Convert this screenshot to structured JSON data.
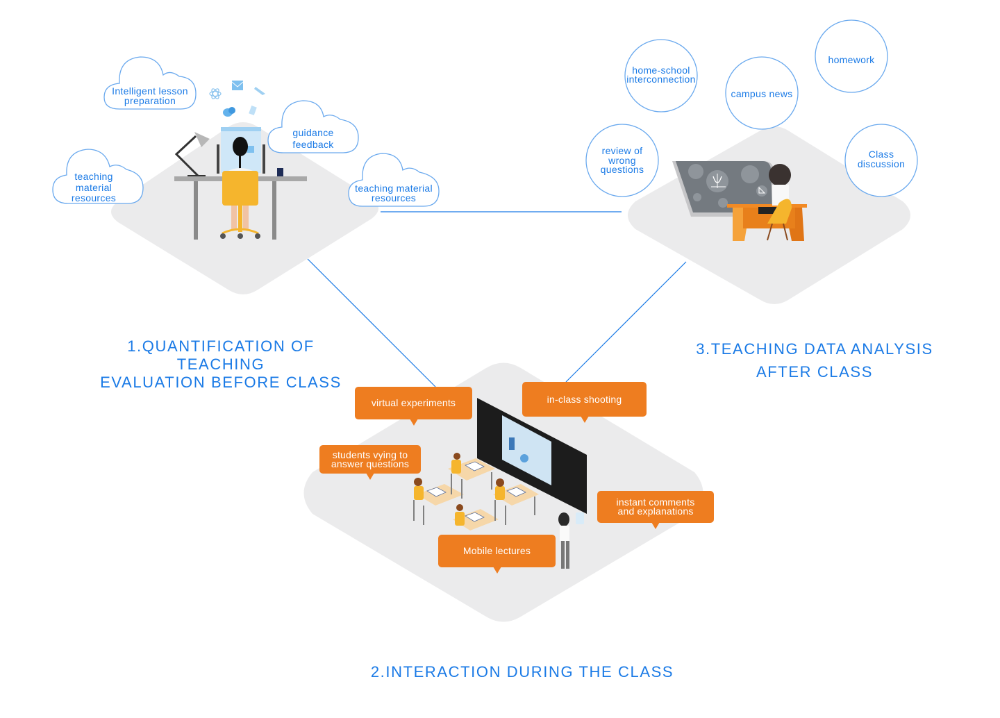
{
  "colors": {
    "accent_blue": "#1a7ae6",
    "bubble_orange": "#ee7d20",
    "platform_gray": "#ebebec"
  },
  "stage1": {
    "title_line1": "1.QUANTIFICATION OF TEACHING",
    "title_line2": "EVALUATION BEFORE CLASS",
    "clouds": [
      {
        "line1": "Intelligent lesson",
        "line2": "preparation"
      },
      {
        "line1": "guidance",
        "line2": "feedback"
      },
      {
        "line1": "teaching",
        "line2": "material",
        "line3": "resources"
      },
      {
        "line1": "teaching material",
        "line2": "resources"
      }
    ],
    "floating_icons": [
      "atom-icon",
      "envelope-icon",
      "book-icon",
      "chat-icon",
      "document-icon"
    ]
  },
  "stage2": {
    "title": "2.INTERACTION DURING THE CLASS",
    "bubbles": [
      {
        "line1": "virtual experiments"
      },
      {
        "line1": "in-class shooting"
      },
      {
        "line1": "students vying to",
        "line2": "answer questions"
      },
      {
        "line1": "instant comments",
        "line2": "and explanations"
      },
      {
        "line1": "Mobile lectures"
      }
    ]
  },
  "stage3": {
    "title_line1": "3.TEACHING DATA ANALYSIS",
    "title_line2": "AFTER CLASS",
    "circles": [
      {
        "line1": "home-school",
        "line2": "interconnection"
      },
      {
        "line1": "campus news"
      },
      {
        "line1": "homework"
      },
      {
        "line1": "review of",
        "line2": "wrong",
        "line3": "questions"
      },
      {
        "line1": "Class",
        "line2": "discussion"
      }
    ],
    "board_icons": [
      "cube-icon",
      "parabola-graph-icon",
      "bar-chart-icon",
      "triangle-icon",
      "math-expression-icon",
      "fraction-icon"
    ]
  }
}
